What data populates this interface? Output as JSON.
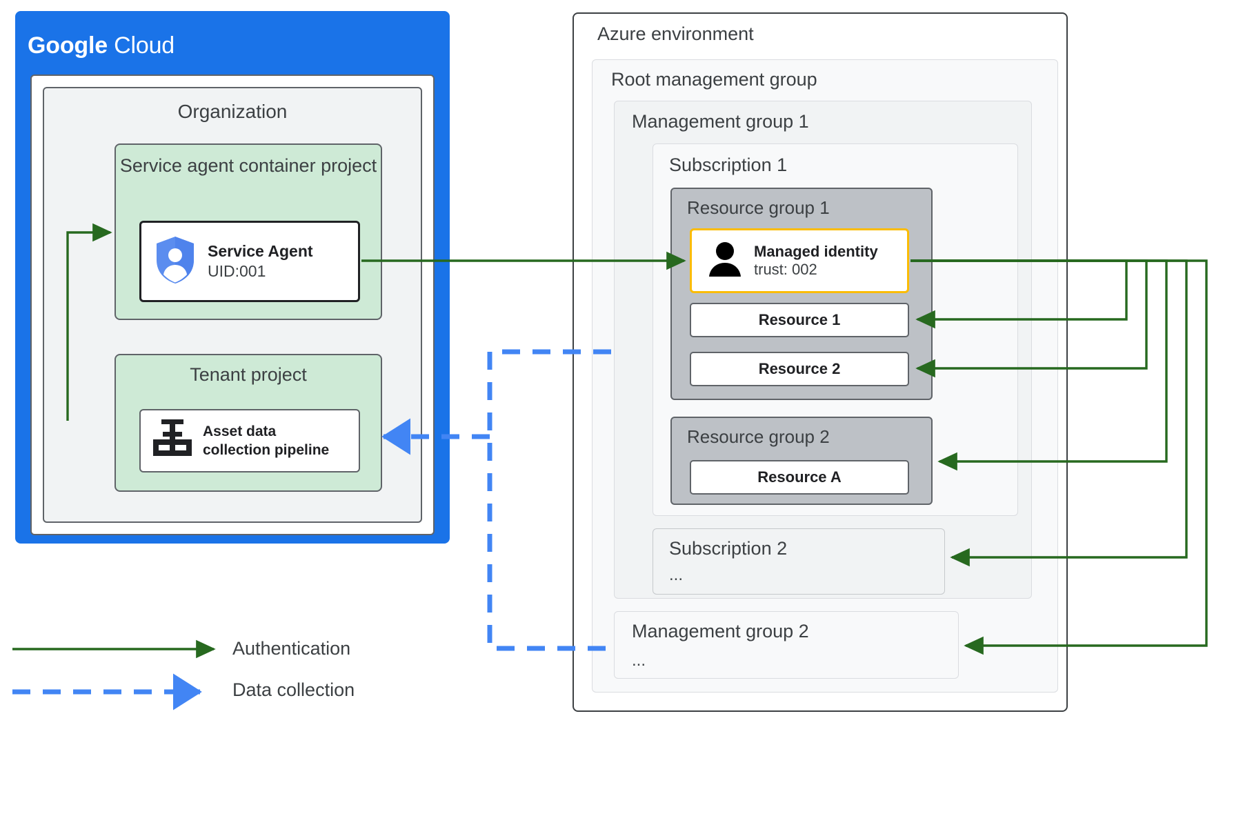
{
  "google_cloud": {
    "logo_bold": "Google",
    "logo_regular": "Cloud",
    "organization_title": "Organization",
    "service_agent_container": {
      "title": "Service agent container project",
      "card": {
        "icon": "shield-person-icon",
        "name": "Service Agent",
        "uid": "UID:001"
      }
    },
    "tenant_project": {
      "title": "Tenant  project",
      "card": {
        "icon": "pipeline-valve-icon",
        "label_line1": "Asset data",
        "label_line2": "collection pipeline"
      }
    }
  },
  "azure": {
    "title": "Azure environment",
    "root_management_group": "Root management group",
    "management_group_1": "Management group 1",
    "subscription_1": "Subscription 1",
    "resource_group_1": {
      "title": "Resource group 1",
      "managed_identity": {
        "icon": "person-icon",
        "name": "Managed identity",
        "trust": "trust: 002"
      },
      "resources": [
        "Resource 1",
        "Resource 2"
      ]
    },
    "resource_group_2": {
      "title": "Resource group 2",
      "resources": [
        "Resource A"
      ]
    },
    "subscription_2": {
      "title": "Subscription 2",
      "ellipsis": "..."
    },
    "management_group_2": {
      "title": "Management group 2",
      "ellipsis": "..."
    }
  },
  "legend": {
    "authentication": "Authentication",
    "data_collection": "Data collection"
  },
  "colors": {
    "google_blue": "#1a73e8",
    "green_arrow": "#27691f",
    "blue_dashed": "#4285f4",
    "mint_project": "#ceead6",
    "grey_resource_group": "#bdc1c6",
    "amber_border": "#fbbc04",
    "panel_grey": "#f1f3f4",
    "text_dark": "#3c4043"
  }
}
